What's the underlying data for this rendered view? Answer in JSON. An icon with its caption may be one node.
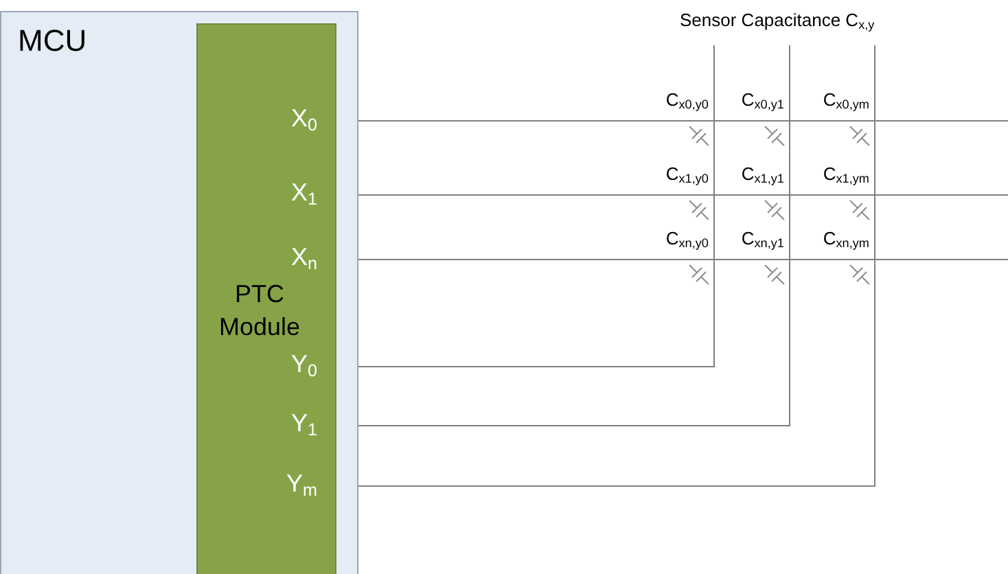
{
  "diagram": {
    "nodes": [
      {
        "text": [
          "MCU"
        ]
      },
      {
        "text": [
          "PTC Module"
        ],
        "in": 0
      },
      {
        "text": [
          "X$_{0}$"
        ],
        "in": 1
      },
      {
        "text": [
          "X$_{1}$"
        ],
        "in": 1
      },
      {
        "text": [
          "X$_{n}$"
        ],
        "in": 1
      },
      {
        "text": [
          "Y$_{0}$"
        ],
        "in": 1
      },
      {
        "text": [
          "Y$_{1}$"
        ],
        "in": 1
      },
      {
        "text": [
          "Y$_{m}$"
        ],
        "in": 1
      }
    ],
    "edges": [
      {
        "from": 2,
        "to": null,
        "arrow": "none"
      },
      {
        "from": 3,
        "to": null,
        "arrow": "none"
      },
      {
        "from": 4,
        "to": null,
        "arrow": "none"
      },
      {
        "from": 5,
        "to": null,
        "arrow": "none"
      },
      {
        "from": 6,
        "to": null,
        "arrow": "none"
      },
      {
        "from": 7,
        "to": null,
        "arrow": "none"
      }
    ],
    "labels": [
      "Sensor Capacitance C$_{x,y}$",
      "C$_{x0,y0}$",
      "C$_{x0,y1}$",
      "C$_{x0,ym}$",
      "C$_{x1,y0}$",
      "C$_{x1,y1}$",
      "C$_{x1,ym}$",
      "C$_{xn,y0}$",
      "C$_{xn,y1}$",
      "C$_{xn,ym}$"
    ]
  }
}
